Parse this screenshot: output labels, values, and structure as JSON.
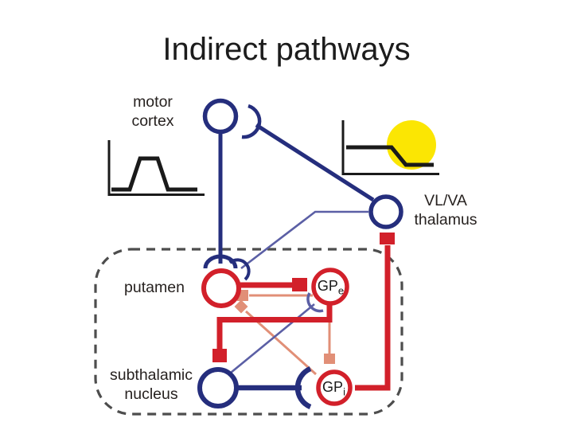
{
  "title": "Indirect pathways",
  "colors": {
    "excitatory": "#252e7d",
    "inhibitory": "#d2202a",
    "faded": "#e18f77",
    "thin_link": "#5b5fa5",
    "boundary": "#4d4d4d",
    "plot_ink": "#1a1a1a",
    "highlight": "#fbe603"
  },
  "nodes": {
    "motor_cortex": {
      "line1": "motor",
      "line2": "cortex"
    },
    "thalamus": {
      "line1": "VL/VA",
      "line2": "thalamus"
    },
    "putamen": {
      "label": "putamen"
    },
    "stn": {
      "line1": "subthalamic",
      "line2": "nucleus"
    },
    "gpe": {
      "main": "GP",
      "sub": "e"
    },
    "gpi": {
      "main": "GP",
      "sub": "i"
    }
  },
  "edges": [
    {
      "from": "VL/VA thalamus",
      "to": "motor cortex",
      "type": "excitatory",
      "style": "emphasized"
    },
    {
      "from": "motor cortex",
      "to": "putamen",
      "type": "excitatory",
      "style": "emphasized"
    },
    {
      "from": "VL/VA thalamus",
      "to": "putamen",
      "type": "excitatory",
      "style": "thin"
    },
    {
      "from": "putamen",
      "to": "GPe",
      "type": "inhibitory",
      "style": "emphasized"
    },
    {
      "from": "GPe",
      "to": "subthalamic nucleus",
      "type": "inhibitory",
      "style": "emphasized"
    },
    {
      "from": "subthalamic nucleus",
      "to": "GPe",
      "type": "excitatory",
      "style": "thin"
    },
    {
      "from": "subthalamic nucleus",
      "to": "GPi",
      "type": "excitatory",
      "style": "emphasized"
    },
    {
      "from": "GPi",
      "to": "VL/VA thalamus",
      "type": "inhibitory",
      "style": "emphasized"
    },
    {
      "from": "GPe",
      "to": "putamen",
      "type": "inhibitory",
      "style": "faded"
    },
    {
      "from": "GPe",
      "to": "GPi",
      "type": "inhibitory",
      "style": "faded"
    },
    {
      "from": "GPi",
      "to": "putamen",
      "type": "inhibitory",
      "style": "faded"
    }
  ],
  "plots": {
    "cortex_activity": {
      "shape": "brief activation pulse"
    },
    "thalamus_activity": {
      "shape": "tonic activity with step decrease",
      "highlight": "yellow circle on the decrease"
    }
  },
  "boundary_region": "basal ganglia (dashed)"
}
